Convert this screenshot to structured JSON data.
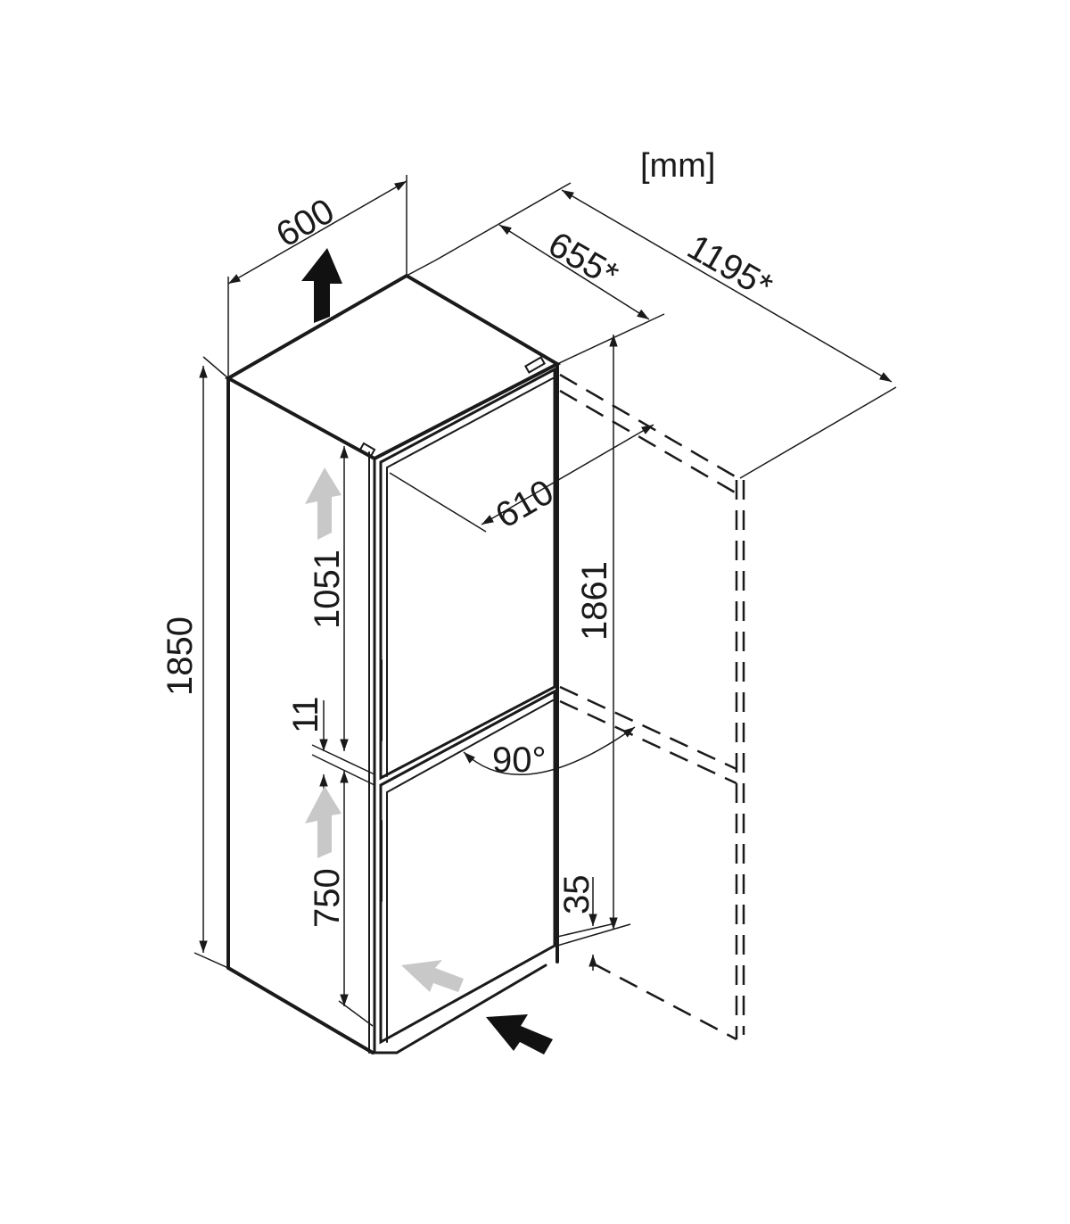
{
  "unit_label": "[mm]",
  "dimensions": {
    "width": "600",
    "depth": "655*",
    "depth_door_open": "1195*",
    "door_depth": "610",
    "height": "1850",
    "height_total": "1861",
    "upper_door_height": "1051",
    "door_gap": "11",
    "lower_door_height": "750",
    "base_clearance": "35",
    "door_opening_angle": "90°"
  },
  "colors": {
    "line": "#1a1a1a",
    "ventilation_arrow": "#c8c8c8",
    "airflow_arrow": "#111111"
  }
}
